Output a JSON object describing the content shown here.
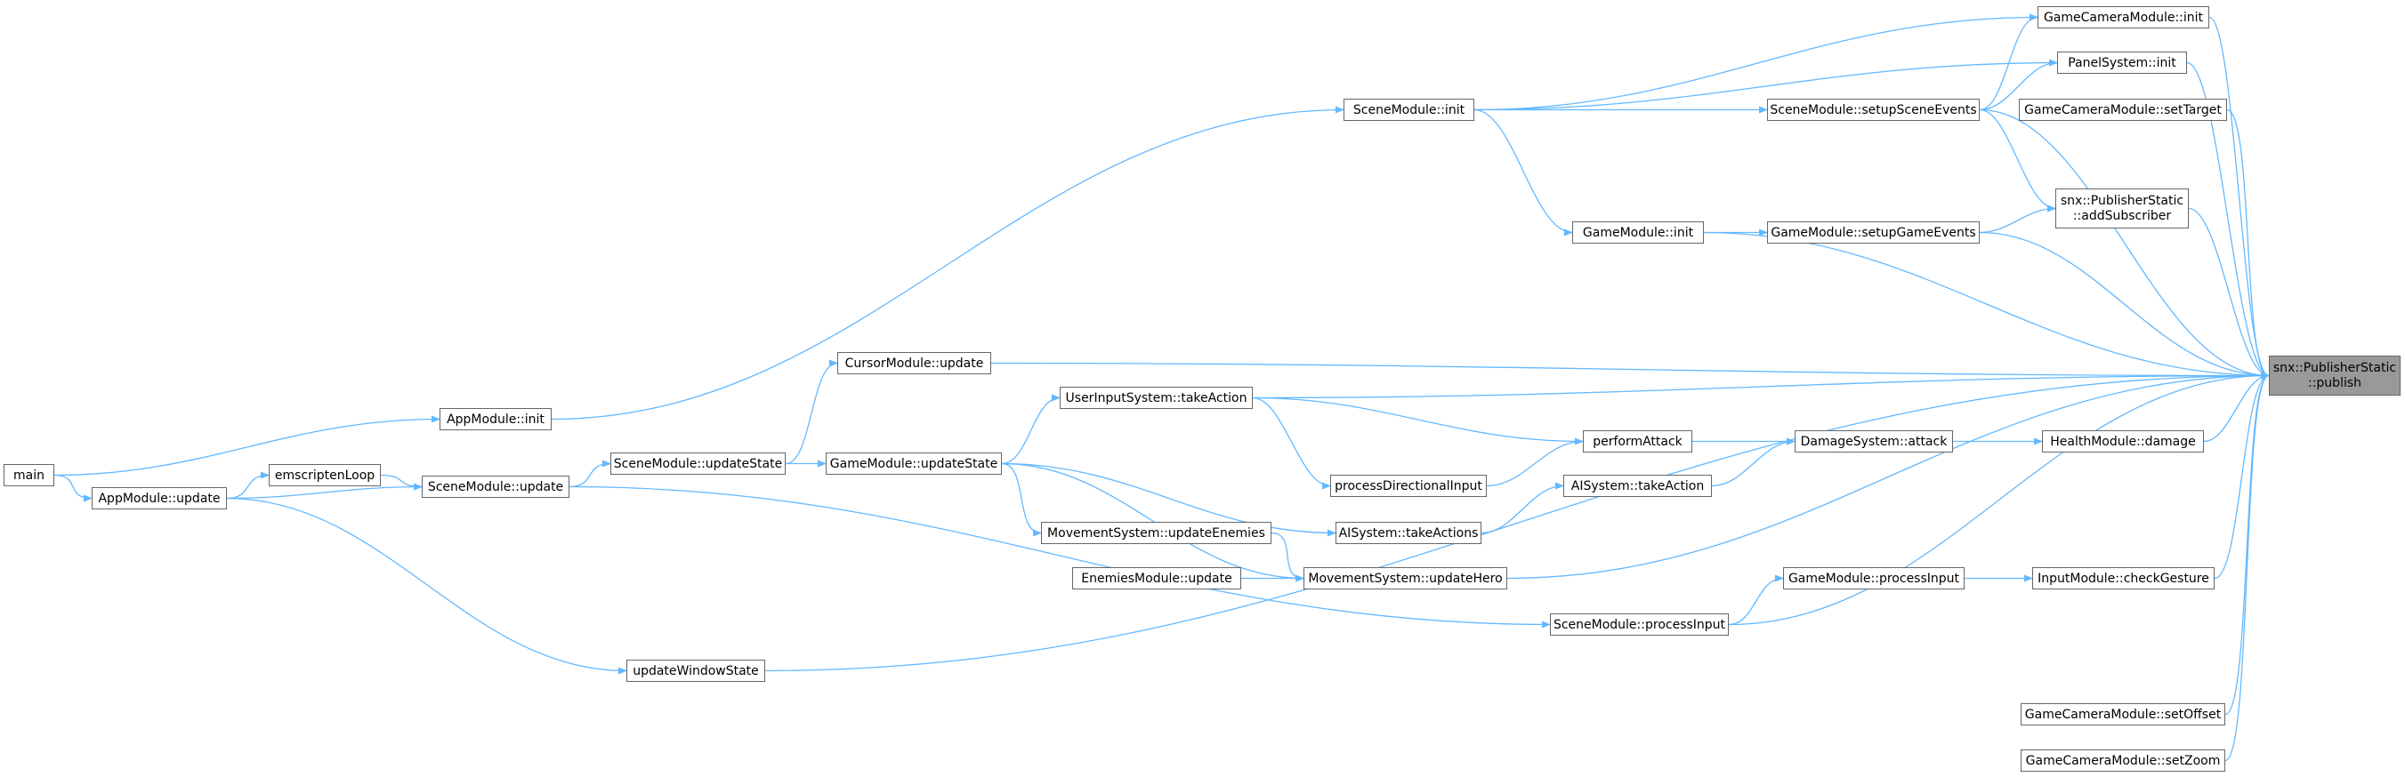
{
  "colors": {
    "edge": "#63b8ff",
    "focus_fill": "#999999",
    "node_border": "#666666"
  },
  "nodes": {
    "publish": {
      "line1": "snx::PublisherStatic",
      "line2": "::publish"
    },
    "gcm_init": "GameCameraModule::init",
    "panel_init": "PanelSystem::init",
    "gcm_setTarget": "GameCameraModule::setTarget",
    "addSubscriber": {
      "line1": "snx::PublisherStatic",
      "line2": "::addSubscriber"
    },
    "health_damage": "HealthModule::damage",
    "input_checkGesture": "InputModule::checkGesture",
    "gcm_setOffset": "GameCameraModule::setOffset",
    "gcm_setZoom": "GameCameraModule::setZoom",
    "scene_setupSceneEvents": "SceneModule::setupSceneEvents",
    "game_setupGameEvents": "GameModule::setupGameEvents",
    "damage_attack": "DamageSystem::attack",
    "game_processInput": "GameModule::processInput",
    "scene_processInput": "SceneModule::processInput",
    "scene_init": "SceneModule::init",
    "game_init": "GameModule::init",
    "performAttack": "performAttack",
    "ai_takeAction": "AISystem::takeAction",
    "cursor_update": "CursorModule::update",
    "userinput_takeAction": "UserInputSystem::takeAction",
    "processDirectionalInput": "processDirectionalInput",
    "ai_takeActions": "AISystem::takeActions",
    "movement_updateHero": "MovementSystem::updateHero",
    "movement_updateEnemies": "MovementSystem::updateEnemies",
    "enemies_update": "EnemiesModule::update",
    "game_updateState": "GameModule::updateState",
    "scene_updateState": "SceneModule::updateState",
    "scene_update": "SceneModule::update",
    "app_init": "AppModule::init",
    "emscriptenLoop": "emscriptenLoop",
    "app_update": "AppModule::update",
    "updateWindowState": "updateWindowState",
    "main": "main"
  },
  "edges": [
    [
      "gcm_init",
      "publish"
    ],
    [
      "panel_init",
      "publish"
    ],
    [
      "gcm_setTarget",
      "publish"
    ],
    [
      "scene_setupSceneEvents",
      "publish"
    ],
    [
      "addSubscriber",
      "publish"
    ],
    [
      "game_setupGameEvents",
      "publish"
    ],
    [
      "game_init",
      "publish"
    ],
    [
      "cursor_update",
      "publish"
    ],
    [
      "userinput_takeAction",
      "publish"
    ],
    [
      "health_damage",
      "publish"
    ],
    [
      "movement_updateHero",
      "publish"
    ],
    [
      "input_checkGesture",
      "publish"
    ],
    [
      "scene_processInput",
      "publish"
    ],
    [
      "updateWindowState",
      "publish"
    ],
    [
      "gcm_setOffset",
      "publish"
    ],
    [
      "gcm_setZoom",
      "publish"
    ],
    [
      "scene_setupSceneEvents",
      "gcm_init"
    ],
    [
      "scene_setupSceneEvents",
      "panel_init"
    ],
    [
      "scene_setupSceneEvents",
      "addSubscriber"
    ],
    [
      "game_setupGameEvents",
      "addSubscriber"
    ],
    [
      "scene_init",
      "gcm_init"
    ],
    [
      "scene_init",
      "panel_init"
    ],
    [
      "scene_init",
      "scene_setupSceneEvents"
    ],
    [
      "scene_init",
      "game_init"
    ],
    [
      "game_init",
      "game_setupGameEvents"
    ],
    [
      "damage_attack",
      "health_damage"
    ],
    [
      "performAttack",
      "damage_attack"
    ],
    [
      "ai_takeAction",
      "damage_attack"
    ],
    [
      "game_processInput",
      "input_checkGesture"
    ],
    [
      "scene_processInput",
      "game_processInput"
    ],
    [
      "userinput_takeAction",
      "performAttack"
    ],
    [
      "processDirectionalInput",
      "performAttack"
    ],
    [
      "userinput_takeAction",
      "processDirectionalInput"
    ],
    [
      "ai_takeActions",
      "ai_takeAction"
    ],
    [
      "game_updateState",
      "ai_takeActions"
    ],
    [
      "game_updateState",
      "userinput_takeAction"
    ],
    [
      "game_updateState",
      "movement_updateEnemies"
    ],
    [
      "game_updateState",
      "movement_updateHero"
    ],
    [
      "movement_updateEnemies",
      "movement_updateHero"
    ],
    [
      "enemies_update",
      "movement_updateHero"
    ],
    [
      "scene_updateState",
      "game_updateState"
    ],
    [
      "scene_updateState",
      "cursor_update"
    ],
    [
      "scene_update",
      "scene_updateState"
    ],
    [
      "scene_update",
      "scene_processInput"
    ],
    [
      "app_init",
      "scene_init"
    ],
    [
      "emscriptenLoop",
      "scene_update"
    ],
    [
      "app_update",
      "scene_update"
    ],
    [
      "app_update",
      "emscriptenLoop"
    ],
    [
      "app_update",
      "updateWindowState"
    ],
    [
      "main",
      "app_init"
    ],
    [
      "main",
      "app_update"
    ]
  ]
}
